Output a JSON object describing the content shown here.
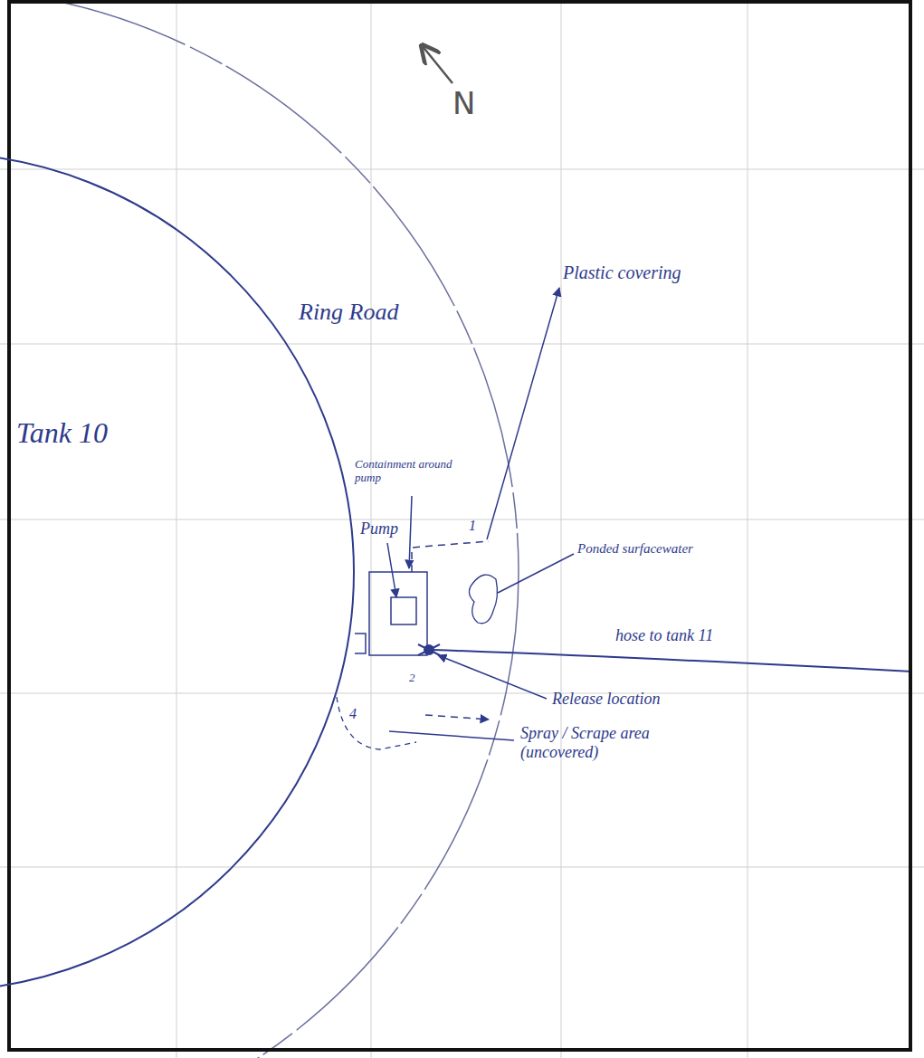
{
  "diagram": {
    "nodes": [
      {
        "text": [
          "Tank 10"
        ]
      }
    ],
    "labels": [
      "N",
      "Ring Road",
      "Plastic covering",
      "1",
      "Ponded surfacewater",
      "Containment around pump",
      "Pump",
      "2",
      "hose to tank 11",
      "Release location",
      "4",
      "Spray / Scrape area (uncovered)"
    ]
  }
}
